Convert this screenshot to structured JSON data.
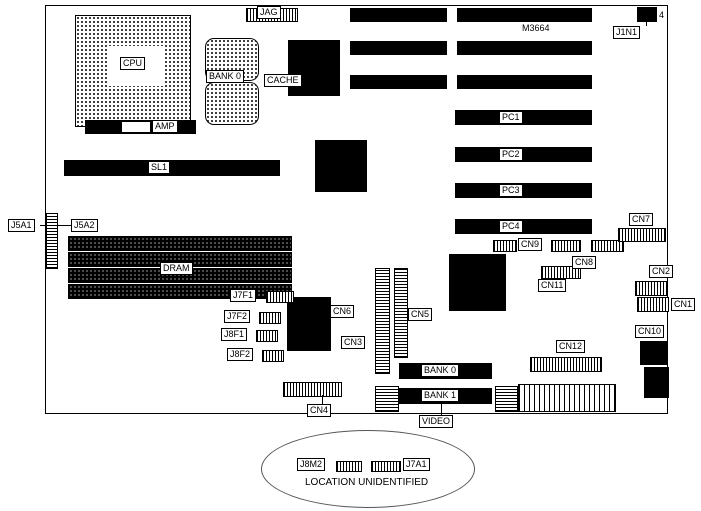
{
  "labels": {
    "jag": "JAG",
    "cpu": "CPU",
    "bank0_top": "BANK 0",
    "cache": "CACHE",
    "amp": "AMP",
    "sl1": "SL1",
    "m3664": "M3664",
    "j1n1": "J1N1",
    "n4": "4",
    "pc1": "PC1",
    "pc2": "PC2",
    "pc3": "PC3",
    "pc4": "PC4",
    "j5a1": "J5A1",
    "j5a2": "J5A2",
    "dram": "DRAM",
    "j7f1": "J7F1",
    "j7f2": "J7F2",
    "j8f1": "J8F1",
    "j8f2": "J8F2",
    "cn1": "CN1",
    "cn2": "CN2",
    "cn3": "CN3",
    "cn4": "CN4",
    "cn5": "CN5",
    "cn6": "CN6",
    "cn7": "CN7",
    "cn8": "CN8",
    "cn9": "CN9",
    "cn10": "CN10",
    "cn11": "CN11",
    "cn12": "CN12",
    "bank0_bottom": "BANK 0",
    "bank1": "BANK 1",
    "video": "VIDEO",
    "j8m2": "J8M2",
    "j7a1": "J7A1",
    "location_note": "LOCATION UNIDENTIFIED"
  },
  "colors": {
    "component": "#000000",
    "board_background": "#ffffff",
    "label_background": "#ffffff",
    "label_border": "#000000"
  }
}
